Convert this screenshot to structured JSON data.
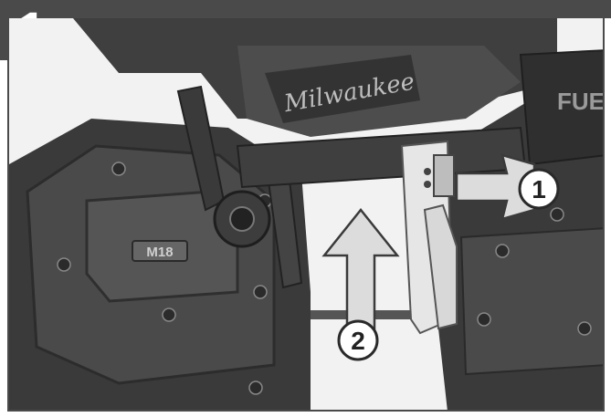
{
  "step": {
    "number": "1"
  },
  "brand": {
    "logo_text": "Milwaukee",
    "fuel_text": "FUE",
    "model_badge": "M18"
  },
  "callouts": [
    {
      "number": "1"
    },
    {
      "number": "2"
    }
  ],
  "colors": {
    "bar": "#4a4a4a",
    "tool_dark": "#3a3a3a",
    "tool_mid": "#5a5a5a",
    "arrow": "#d9d9d9"
  }
}
